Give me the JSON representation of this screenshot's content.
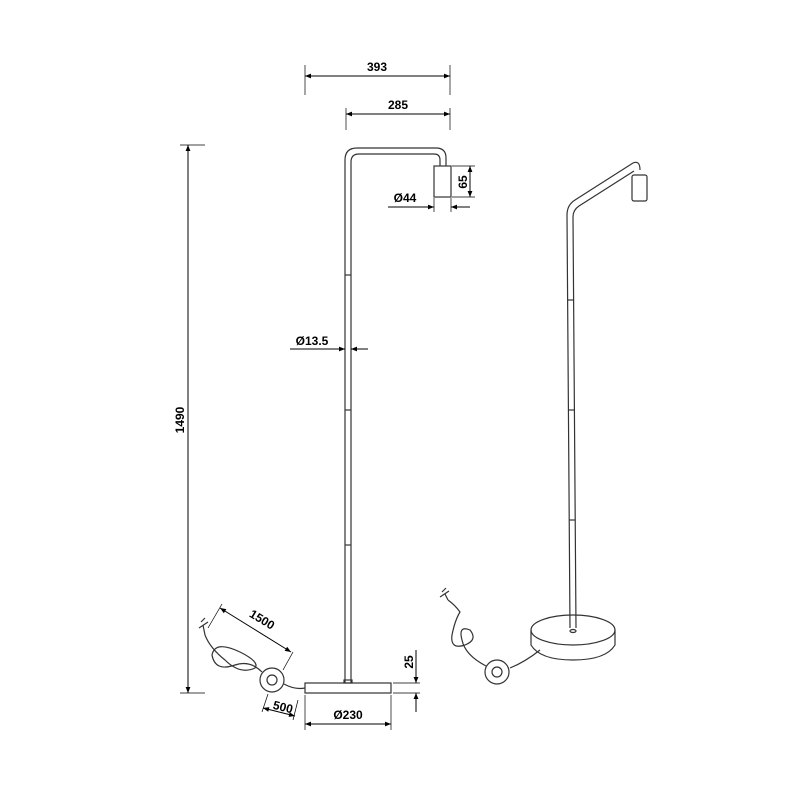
{
  "dimensions": {
    "overall_width": "393",
    "arm_reach": "285",
    "shade_height": "65",
    "shade_diameter": "Ø44",
    "pole_diameter": "Ø13.5",
    "total_height": "1490",
    "cable_length": "1500",
    "base_height": "25",
    "switch_cable_length": "500",
    "base_diameter": "Ø230"
  }
}
